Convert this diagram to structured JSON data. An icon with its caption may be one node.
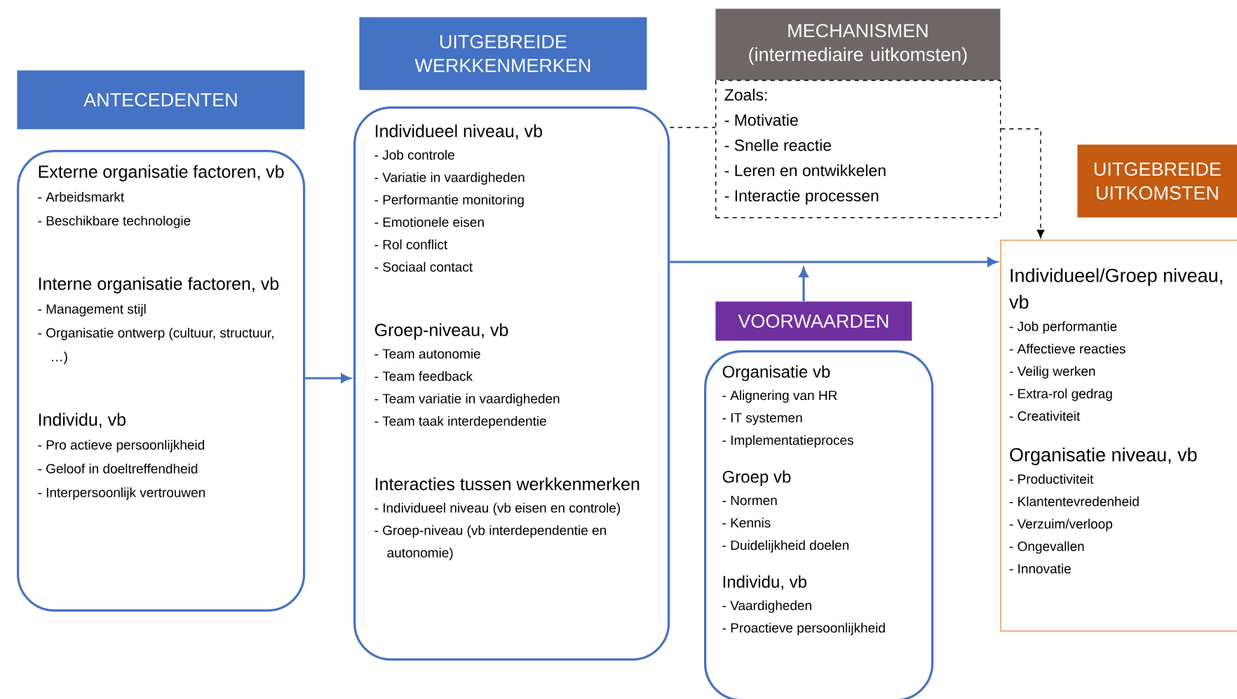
{
  "diagram": {
    "nodes": [
      {
        "text": [
          "ANTECEDENTEN"
        ]
      },
      {
        "text": [
          "Externe organisatie factoren, vb",
          "- Arbeidsmarkt",
          "- Beschikbare technologie",
          "Interne organisatie factoren, vb",
          "- Management stijl",
          "- Organisatie ontwerp (cultuur, structuur, …)",
          "Individu, vb",
          "- Pro actieve persoonlijkheid",
          "- Geloof in doeltreffendheid",
          "- Interpersoonlijk vertrouwen"
        ]
      },
      {
        "text": [
          "UITGEBREIDE WERKKENMERKEN"
        ]
      },
      {
        "text": [
          "Individueel niveau, vb",
          "- Job controle",
          "- Variatie in vaardigheden",
          "- Performantie monitoring",
          "- Emotionele eisen",
          "- Rol conflict",
          "- Sociaal contact",
          "Groep-niveau, vb",
          "- Team autonomie",
          "- Team feedback",
          "- Team variatie in vaardigheden",
          "- Team taak interdependentie",
          "Interacties tussen werkkenmerken",
          "- Individueel niveau (vb eisen en controle)",
          "- Groep-niveau (vb interdependentie en autonomie)"
        ]
      },
      {
        "text": [
          "MECHANISMEN",
          "(intermediaire uitkomsten)"
        ]
      },
      {
        "text": [
          "Zoals:",
          "- Motivatie",
          "- Snelle reactie",
          "- Leren en ontwikkelen",
          "- Interactie processen"
        ]
      },
      {
        "text": [
          "VOORWAARDEN"
        ]
      },
      {
        "text": [
          "Organisatie vb",
          "- Alignering van HR",
          "- IT systemen",
          "- Implementatieproces",
          "Groep vb",
          "- Normen",
          "- Kennis",
          "- Duidelijkheid doelen",
          "Individu, vb",
          "- Vaardigheden",
          "- Proactieve persoonlijkheid"
        ]
      },
      {
        "text": [
          "UITGEBREIDE UITKOMSTEN"
        ]
      },
      {
        "text": [
          "Individueel/Groep niveau, vb",
          "- Job performantie",
          "- Affectieve reacties",
          "- Veilig werken",
          "- Extra-rol gedrag",
          "- Creativiteit",
          "Organisatie niveau, vb",
          "- Productiviteit",
          "- Klantentevredenheid",
          "- Verzuim/verloop",
          "- Ongevallen",
          "- Innovatie"
        ]
      }
    ],
    "edges": [
      {
        "from": 1,
        "to": 3,
        "arrow": "to"
      },
      {
        "from": 3,
        "to": 9,
        "arrow": "to"
      },
      {
        "from": 6,
        "to": null,
        "arrow": "to"
      },
      {
        "from": 3,
        "to": 5,
        "arrow": "none",
        "style": "dashed",
        "color": "#000000"
      },
      {
        "from": 5,
        "to": 9,
        "arrow": "to",
        "style": "dashed",
        "color": "#000000"
      }
    ]
  }
}
